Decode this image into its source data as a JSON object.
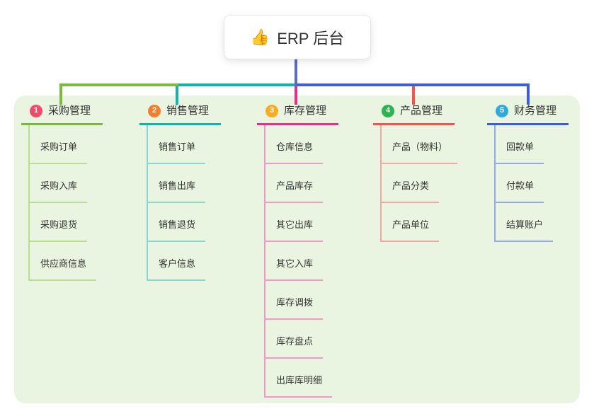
{
  "root": {
    "icon": "👍",
    "icon_name": "thumbs-up-icon",
    "label": "ERP 后台"
  },
  "colors": {
    "panel_background": "#e9f5e1",
    "root_connector": "#5b6ac4",
    "branch_lines": [
      "#7cba3d",
      "#10b3ae",
      "#e72d8e",
      "#f4534e",
      "#3d5cd7"
    ],
    "child_lines": [
      "#b9dd92",
      "#86d8d0",
      "#f498c9",
      "#f9a6a3",
      "#97a9e4"
    ],
    "badges": [
      "#f24968",
      "#f67d2c",
      "#fbab1f",
      "#2db350",
      "#2caae2"
    ]
  },
  "branches": [
    {
      "number": "1",
      "label": "采购管理",
      "children": [
        "采购订单",
        "采购入库",
        "采购退货",
        "供应商信息"
      ]
    },
    {
      "number": "2",
      "label": "销售管理",
      "children": [
        "销售订单",
        "销售出库",
        "销售退货",
        "客户信息"
      ]
    },
    {
      "number": "3",
      "label": "库存管理",
      "children": [
        "仓库信息",
        "产品库存",
        "其它出库",
        "其它入库",
        "库存调拨",
        "库存盘点",
        "出库库明细"
      ]
    },
    {
      "number": "4",
      "label": "产品管理",
      "children": [
        "产品（物料）",
        "产品分类",
        "产品单位"
      ]
    },
    {
      "number": "5",
      "label": "财务管理",
      "children": [
        "回款单",
        "付款单",
        "结算账户"
      ]
    }
  ]
}
